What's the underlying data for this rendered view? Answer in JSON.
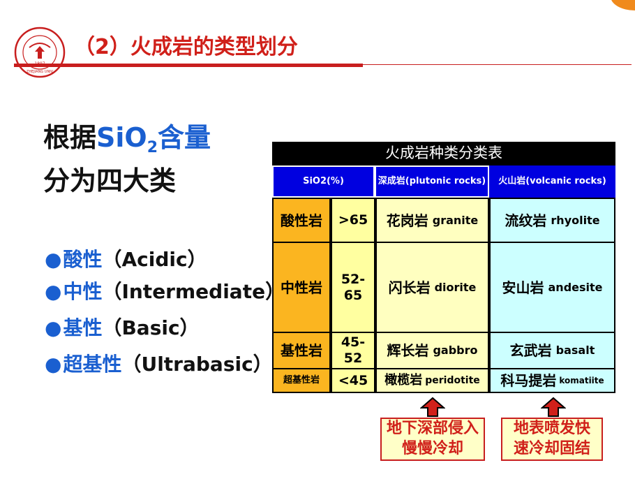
{
  "header": {
    "logo_text": "浙江大学 1897 ZHEJIANG UNIVERSITY",
    "title": "（2）火成岩的类型划分"
  },
  "left": {
    "heading_line1_prefix": "根据",
    "heading_line1_sio": "SiO",
    "heading_line1_sub": "2",
    "heading_line1_suffix": "含量",
    "heading_line2": "分为四大类",
    "bullets": [
      {
        "zh": "酸性",
        "en": "（Acidic）"
      },
      {
        "zh": "中性",
        "en": "（Intermediate）"
      },
      {
        "zh": "基性",
        "en": "（Basic）"
      },
      {
        "zh": "超基性",
        "en": "（Ultrabasic）"
      }
    ]
  },
  "table": {
    "caption": "火成岩种类分类表",
    "headers": [
      "SiO2(%)",
      "深成岩(plutonic rocks)",
      "火山岩(volcanic rocks)"
    ],
    "rows": [
      {
        "type": "酸性岩",
        "sio2": ">65",
        "plutonic_zh": "花岗岩",
        "plutonic_en": "granite",
        "volcanic_zh": "流纹岩",
        "volcanic_en": "rhyolite"
      },
      {
        "type": "中性岩",
        "sio2_a": "52-",
        "sio2_b": "65",
        "plutonic_zh": "闪长岩",
        "plutonic_en": "diorite",
        "volcanic_zh": "安山岩",
        "volcanic_en": "andesite"
      },
      {
        "type": "基性岩",
        "sio2_a": "45-",
        "sio2_b": "52",
        "plutonic_zh": "辉长岩",
        "plutonic_en": "gabbro",
        "volcanic_zh": "玄武岩",
        "volcanic_en": "basalt"
      },
      {
        "type": "超基性岩",
        "sio2": "<45",
        "plutonic_zh": "橄榄岩",
        "plutonic_en": "peridotite",
        "volcanic_zh": "科马提岩",
        "volcanic_en": "komatiite"
      }
    ]
  },
  "notes": {
    "plutonic_line1": "地下深部侵入",
    "plutonic_line2": "慢慢冷却",
    "volcanic_line1": "地表喷发快",
    "volcanic_line2": "速冷却固结"
  },
  "colors": {
    "title_red": "#d0201a",
    "accent_blue": "#1a5fd0",
    "header_blue": "#0000e0",
    "orange": "#fbb520",
    "yellow": "#ffffa0",
    "cyan": "#ccffff"
  }
}
